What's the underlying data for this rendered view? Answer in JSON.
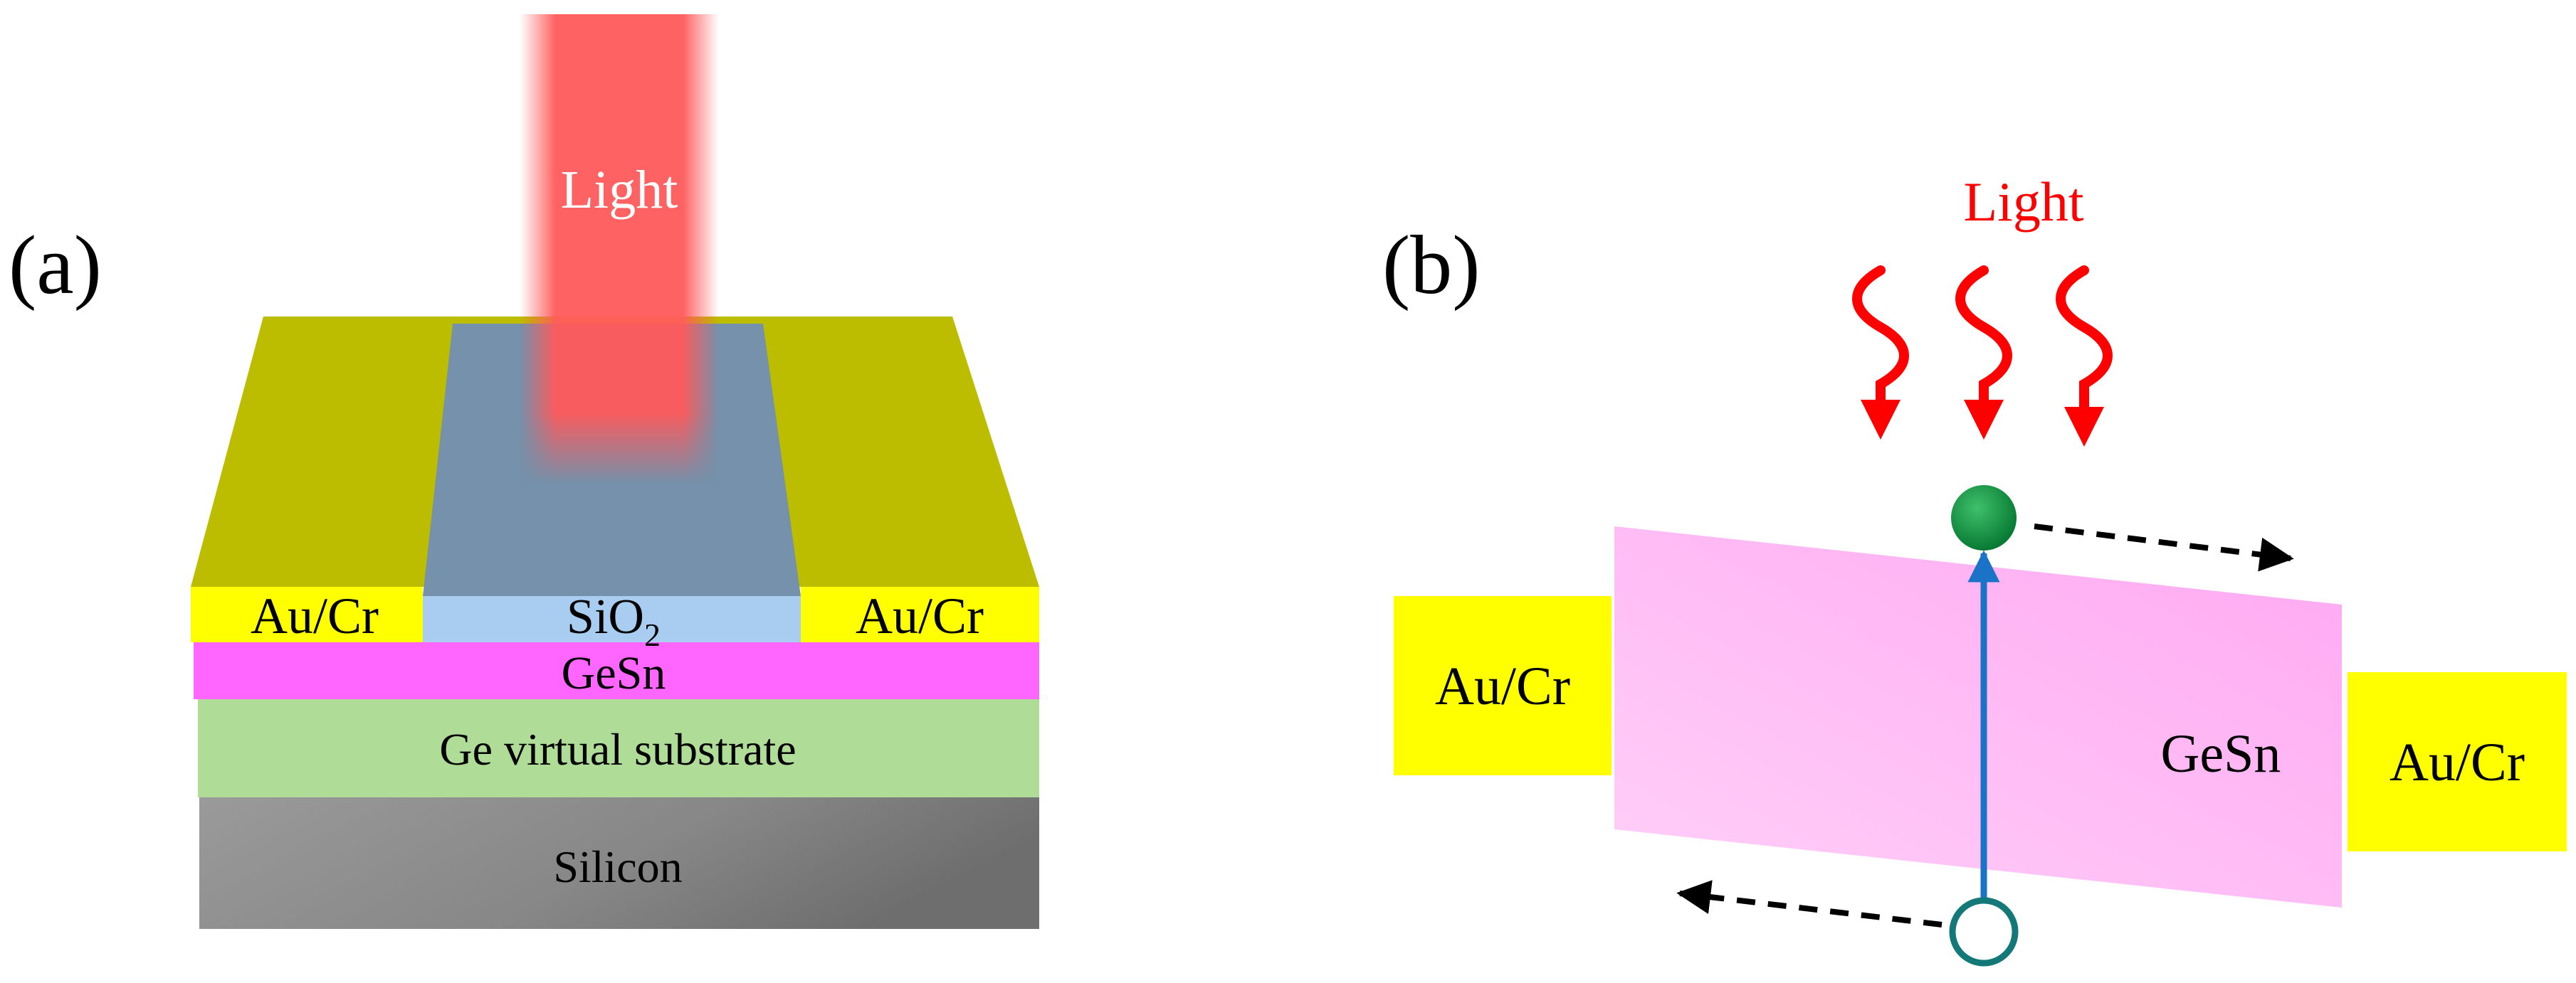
{
  "panel_a": {
    "label": "(a)",
    "light": "Light",
    "left_contact": "Au/Cr",
    "right_contact": "Au/Cr",
    "oxide_main": "SiO",
    "oxide_sub": "2",
    "layer_gesn": "GeSn",
    "layer_ge": "Ge virtual substrate",
    "layer_si": "Silicon"
  },
  "panel_b": {
    "label": "(b)",
    "light": "Light",
    "left_contact": "Au/Cr",
    "right_contact": "Au/Cr",
    "absorber": "GeSn"
  },
  "colors": {
    "gold_top": "#bdbd00",
    "gold_front": "#ffff00",
    "oxide_top": "#7591ab",
    "oxide_front": "#a9cdf0",
    "gesn": "#ff66ff",
    "ge_substrate": "#afdc96",
    "silicon": "#8c8c8c",
    "light_beam": "#ff5a5a",
    "light_text_b": "#ff0000",
    "wave_arrow": "#ff0000",
    "gesn_film_b": "#ffb8f4",
    "electron": "#0c8a3c",
    "hole": "#137878",
    "transition_arrow": "#1a73c7",
    "drift_arrow": "#000000"
  }
}
